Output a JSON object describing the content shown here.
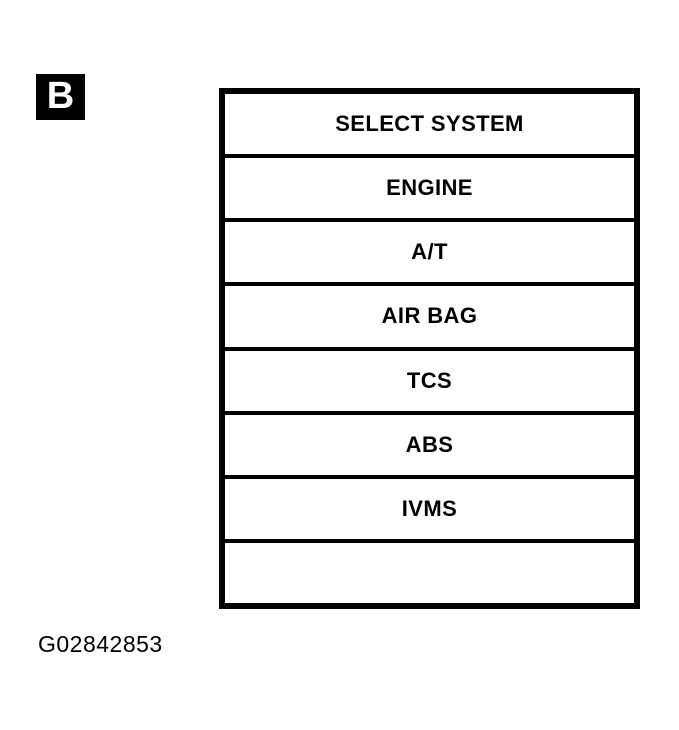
{
  "figure": {
    "badge_letter": "B",
    "caption": "G02842853",
    "colors": {
      "ink": "#000000",
      "paper": "#ffffff"
    }
  },
  "menu": {
    "title": "SELECT SYSTEM",
    "rows": [
      {
        "label": "SELECT SYSTEM",
        "kind": "header"
      },
      {
        "label": "ENGINE",
        "kind": "option"
      },
      {
        "label": "A/T",
        "kind": "option"
      },
      {
        "label": "AIR BAG",
        "kind": "option"
      },
      {
        "label": "TCS",
        "kind": "option"
      },
      {
        "label": "ABS",
        "kind": "option"
      },
      {
        "label": "IVMS",
        "kind": "option"
      },
      {
        "label": "",
        "kind": "empty"
      }
    ]
  }
}
